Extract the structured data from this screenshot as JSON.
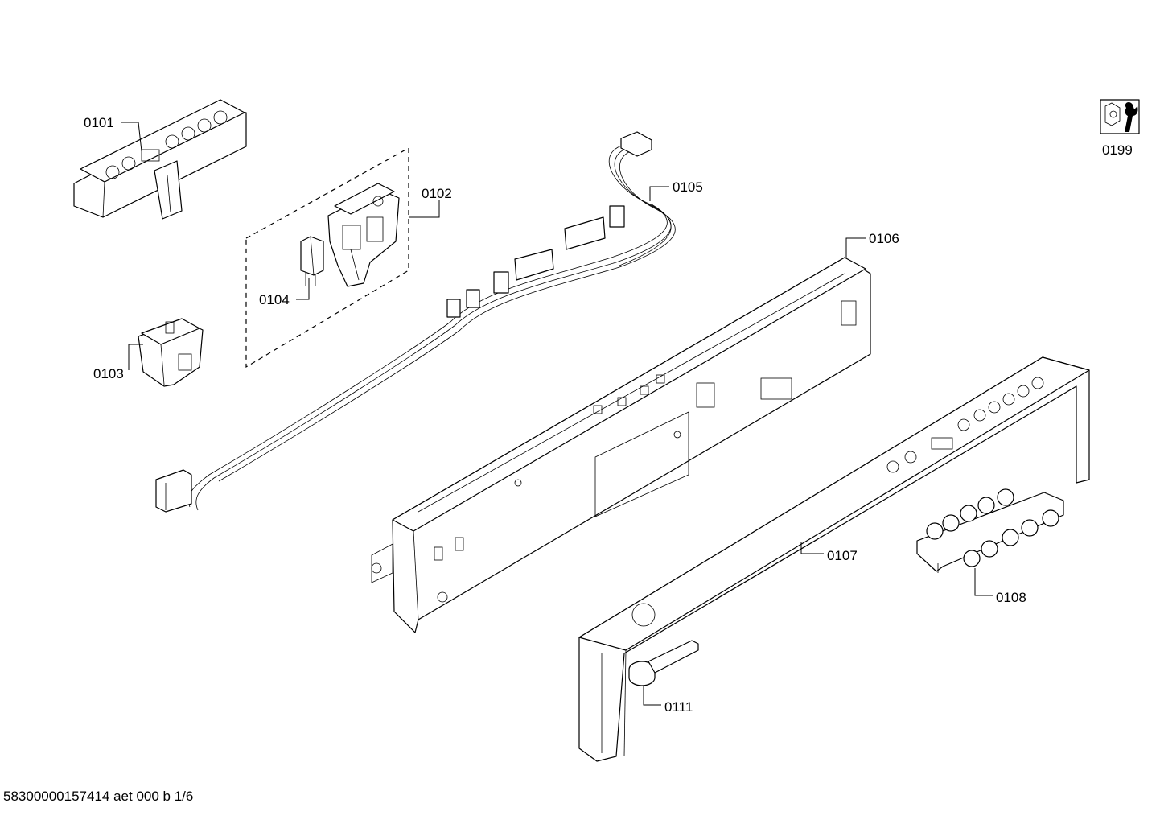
{
  "callouts": [
    {
      "id": "p0101",
      "text": "0101"
    },
    {
      "id": "p0102",
      "text": "0102"
    },
    {
      "id": "p0103",
      "text": "0103"
    },
    {
      "id": "p0104",
      "text": "0104"
    },
    {
      "id": "p0105",
      "text": "0105"
    },
    {
      "id": "p0106",
      "text": "0106"
    },
    {
      "id": "p0107",
      "text": "0107"
    },
    {
      "id": "p0108",
      "text": "0108"
    },
    {
      "id": "p0111",
      "text": "0111"
    },
    {
      "id": "p0199",
      "text": "0199"
    }
  ],
  "footer": {
    "code": "58300000157414 aet 000 b 1/6"
  },
  "icons": {
    "service_kit": "wrench-nut-icon"
  }
}
